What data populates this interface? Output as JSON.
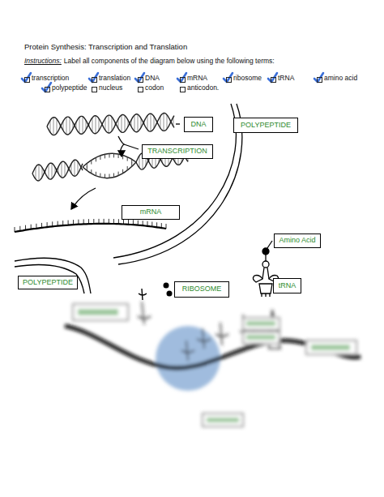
{
  "diagram": {
    "title": "Protein Synthesis: Transcription and Translation",
    "nodes": [
      {
        "text": [
          "DNA"
        ]
      },
      {
        "text": [
          "POLYPEPTIDE"
        ]
      },
      {
        "text": [
          "TRANSCRIPTION"
        ]
      },
      {
        "text": [
          "mRNA"
        ]
      },
      {
        "text": [
          "Amino Acid"
        ]
      },
      {
        "text": [
          "POLYPEPTIDE"
        ]
      },
      {
        "text": [
          "RIBOSOME"
        ]
      },
      {
        "text": [
          "tRNA"
        ]
      }
    ],
    "labels": [
      "Instructions:",
      "Label all components of the diagram below using the following terms:",
      "transcription",
      "translation",
      "DNA",
      "mRNA",
      "ribosome",
      "tRNA",
      "amino acid",
      "polypeptide",
      "nucleus",
      "codon",
      "anticodon."
    ]
  }
}
